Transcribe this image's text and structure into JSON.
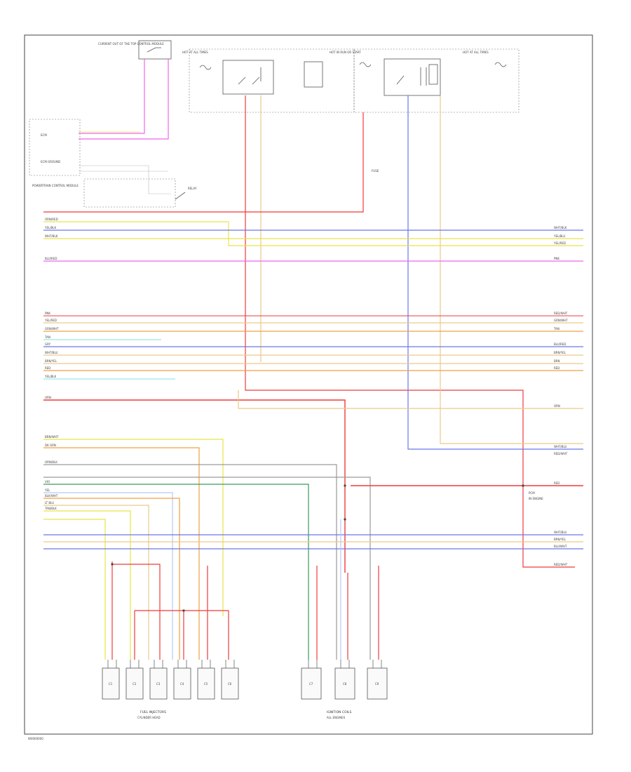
{
  "labels": {
    "fig_id": "W0000000",
    "top_left_module": "CURRENT OUT OF THE TOP CONTROL MODULE",
    "hot_run_start": "HOT AT ALL TIMES",
    "hot_run": "HOT IN RUN OR START",
    "hot_all": "HOT AT ALL TIMES",
    "ecm_block": "ECM",
    "ecm_ground": "ECM GROUND",
    "pcm_label": "POWERTRAIN CONTROL MODULE",
    "fuel_injectors": "FUEL INJECTORS",
    "fuel_injectors_sub": "CYLINDER HEAD",
    "ignition_coils": "IGNITION COILS",
    "ignition_coils_sub": "ALL ENGINES",
    "fuse_note": "FUSE",
    "relay_note": "RELAY",
    "module_left": "PCM",
    "module_left_sub": "IN ENGINE"
  },
  "wire_labels_left": [
    "ORN/RED",
    "YEL/BLK",
    "WHT/BLK",
    "BLU/RED",
    "PNK",
    "YEL/RED",
    "GRN/WHT",
    "TAN",
    "GRY",
    "WHT/BLU",
    "BRN/YEL",
    "RED",
    "YEL/BLK",
    "ORN",
    "BRN/WHT",
    "DK GRN",
    "ORN/BLK",
    "VIO",
    "YEL",
    "BLK/WHT",
    "LT BLU",
    "TAN/BLK"
  ],
  "wire_labels_right": [
    "WHT/BLK",
    "YEL/BLU",
    "YEL/RED",
    "PNK",
    "RED/WHT",
    "GRN/WHT",
    "TAN",
    "BLU/RED",
    "BRN/YEL",
    "BRN",
    "RED",
    "ORN",
    "WHT/BLU",
    "RED/WHT",
    "RED",
    "WHT/BLU",
    "BRN/YEL",
    "BLU/WHT",
    "RED/WHT"
  ],
  "connectors_left": [
    "C1",
    "C2",
    "C3",
    "C4",
    "C5",
    "C6"
  ],
  "connectors_right": [
    "C7",
    "C8",
    "C9"
  ],
  "colors": {
    "red": "#ee3b3b",
    "pink": "#ee66ee",
    "yellow": "#e8e44a",
    "tan": "#e9c98a",
    "blue": "#6a78e8",
    "green": "#3a9a5a",
    "orange": "#f0a040",
    "gray": "#9a9a9a",
    "cyan": "#9ae8e8",
    "lightblue": "#b8c8f8",
    "brown": "#b08060"
  }
}
